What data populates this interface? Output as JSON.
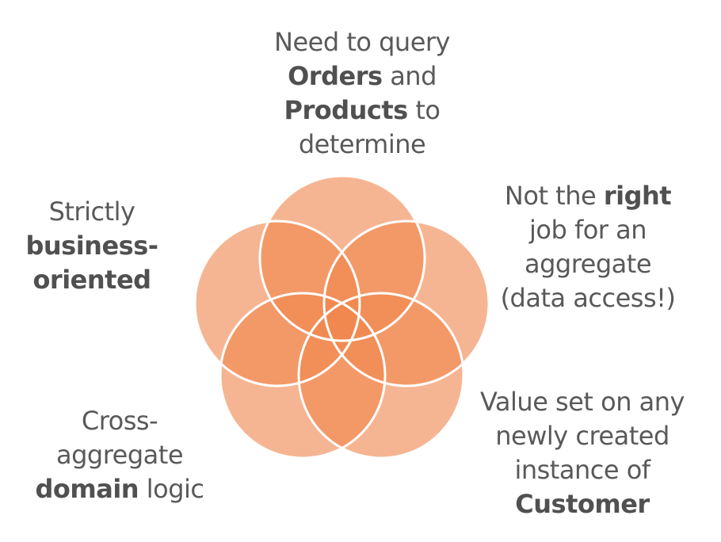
{
  "diagram": {
    "fill_color": "#F0884F",
    "circle_opacity": 0.62,
    "outline_color": "#FFFFFF",
    "circle_count": 5
  },
  "labels": {
    "top": [
      {
        "parts": [
          {
            "text": "Need to query",
            "bold": false
          }
        ]
      },
      {
        "parts": [
          {
            "text": "Orders",
            "bold": true
          },
          {
            "text": " and",
            "bold": false
          }
        ]
      },
      {
        "parts": [
          {
            "text": "Products",
            "bold": true
          },
          {
            "text": " to",
            "bold": false
          }
        ]
      },
      {
        "parts": [
          {
            "text": "determine",
            "bold": false
          }
        ]
      }
    ],
    "right": [
      {
        "parts": [
          {
            "text": "Not the ",
            "bold": false
          },
          {
            "text": "right",
            "bold": true
          }
        ]
      },
      {
        "parts": [
          {
            "text": "job for an",
            "bold": false
          }
        ]
      },
      {
        "parts": [
          {
            "text": "aggregate",
            "bold": false
          }
        ]
      },
      {
        "parts": [
          {
            "text": "(data access!)",
            "bold": false
          }
        ]
      }
    ],
    "left": [
      {
        "parts": [
          {
            "text": "Strictly",
            "bold": false
          }
        ]
      },
      {
        "parts": [
          {
            "text": "business-",
            "bold": true
          }
        ]
      },
      {
        "parts": [
          {
            "text": "oriented",
            "bold": true
          }
        ]
      }
    ],
    "bottom_left": [
      {
        "parts": [
          {
            "text": "Cross-",
            "bold": false
          }
        ]
      },
      {
        "parts": [
          {
            "text": "aggregate",
            "bold": false
          }
        ]
      },
      {
        "parts": [
          {
            "text": "domain",
            "bold": true
          },
          {
            "text": " logic",
            "bold": false
          }
        ]
      }
    ],
    "bottom_right": [
      {
        "parts": [
          {
            "text": "Value set on any",
            "bold": false
          }
        ]
      },
      {
        "parts": [
          {
            "text": "newly created",
            "bold": false
          }
        ]
      },
      {
        "parts": [
          {
            "text": "instance of",
            "bold": false
          }
        ]
      },
      {
        "parts": [
          {
            "text": "Customer",
            "bold": true
          }
        ]
      }
    ]
  }
}
